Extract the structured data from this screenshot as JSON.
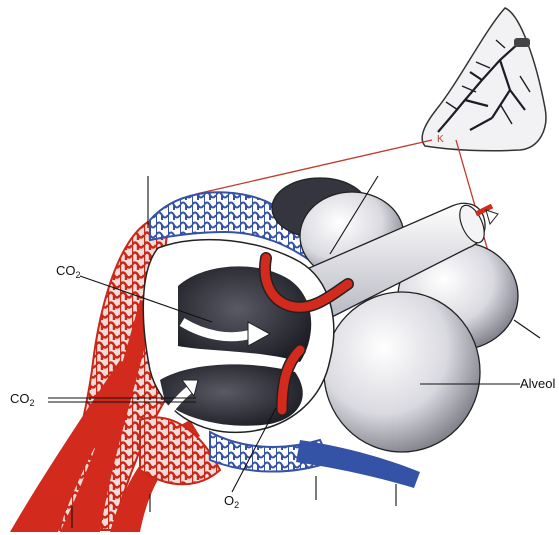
{
  "labels": {
    "co2_upper": {
      "base": "CO",
      "sub": "2"
    },
    "co2_lower": {
      "base": "CO",
      "sub": "2"
    },
    "o2": {
      "base": "O",
      "sub": "2"
    },
    "alveoli": "Alveol",
    "lung_mark": "K"
  },
  "colors": {
    "artery": "#d22a1c",
    "vein": "#3452a6",
    "alveolus_fill": "#e9e9ef",
    "alveolus_dark": "#2e2e38",
    "leader": "#c0392b",
    "line": "#222222"
  }
}
